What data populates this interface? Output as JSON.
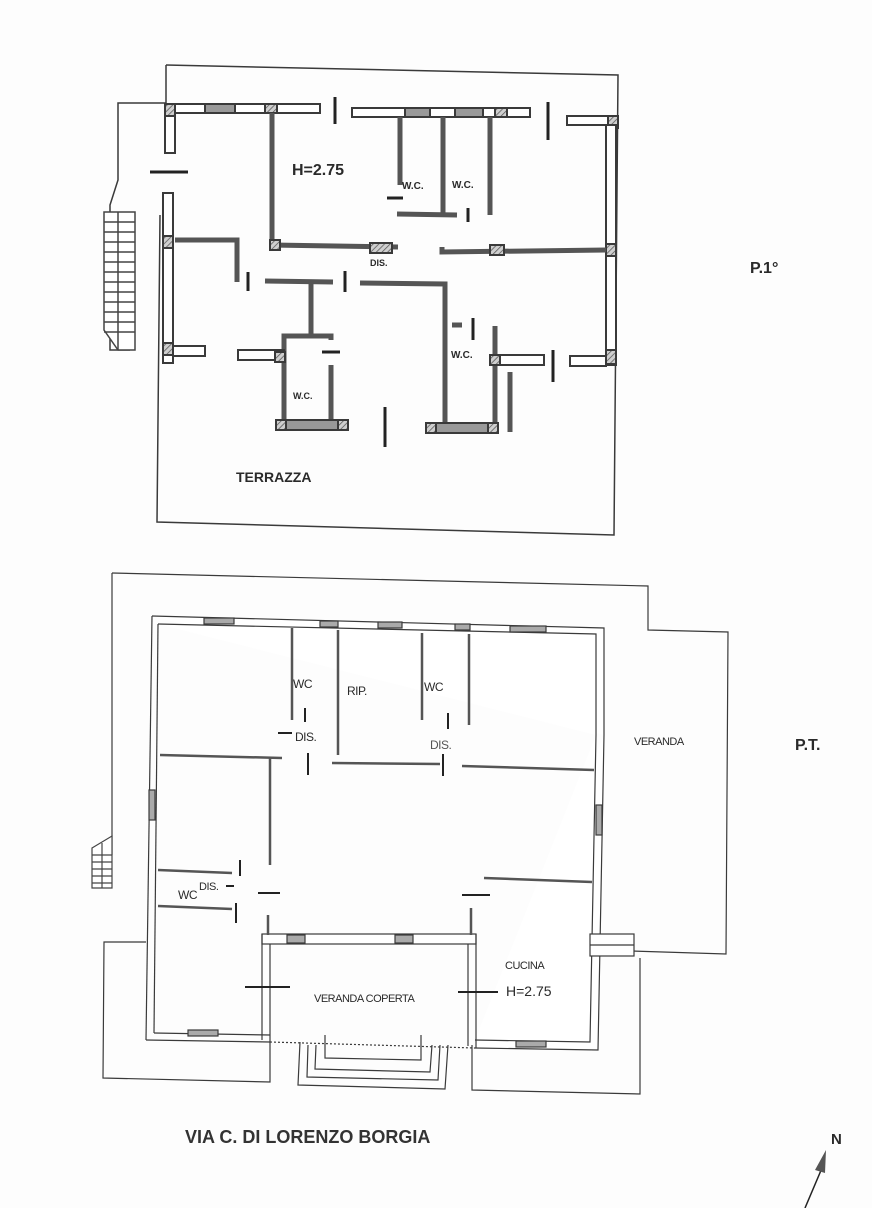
{
  "floor_1": {
    "level_label": "P.1°",
    "height_label": "H=2.75",
    "rooms": [
      {
        "label": "W.C."
      },
      {
        "label": "W.C."
      },
      {
        "label": "DIS."
      },
      {
        "label": "W.C."
      },
      {
        "label": "W.C."
      },
      {
        "label": "TERRAZZA"
      }
    ]
  },
  "ground_floor": {
    "level_label": "P.T.",
    "rooms": [
      {
        "label": "WC"
      },
      {
        "label": "RIP."
      },
      {
        "label": "WC"
      },
      {
        "label": "DIS."
      },
      {
        "label": "DIS."
      },
      {
        "label": "VERANDA"
      },
      {
        "label": "WC"
      },
      {
        "label": "DIS."
      },
      {
        "label": "CUCINA"
      },
      {
        "label": "H=2.75"
      },
      {
        "label": "VERANDA COPERTA"
      }
    ]
  },
  "street_label": "VIA C. DI LORENZO BORGIA",
  "north_arrow": {
    "label": "N",
    "icon": "north-arrow-icon"
  },
  "colors": {
    "line": "#3a3a3a",
    "wall": "#555555",
    "hatch": "#8a8a8a",
    "paper": "#fdfdfd"
  }
}
